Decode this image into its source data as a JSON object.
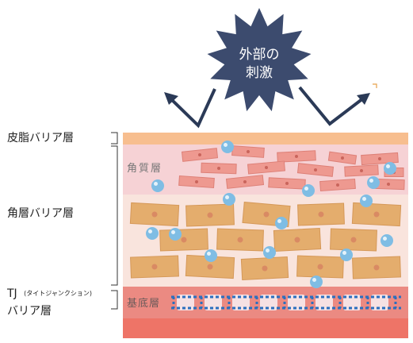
{
  "badge": {
    "line1": "外部の",
    "line2": "刺激"
  },
  "labels": {
    "sebum": "皮脂バリア層",
    "stratum_corneum": "角層バリア層",
    "tj_main": "TJ",
    "tj_sub": "(タイトジャンクション)",
    "tj_line2": "バリア層"
  },
  "layer_text": {
    "horny": "角質層",
    "basal": "基底層"
  },
  "colors": {
    "sebum": "#f7be8f",
    "horny_bg": "#f6d2d5",
    "granular_bg": "#f9e4dd",
    "basal_band": "#eb8a82",
    "dermis": "#ee7467",
    "horny_cell": "#ee9990",
    "granular_cell": "#e4ad6d",
    "nucleus": "#d98a63",
    "moisture": "#7fbde4",
    "badge": "#3c4b6e",
    "arrow": "#2b3a57",
    "junction": "#2b6fbf"
  }
}
